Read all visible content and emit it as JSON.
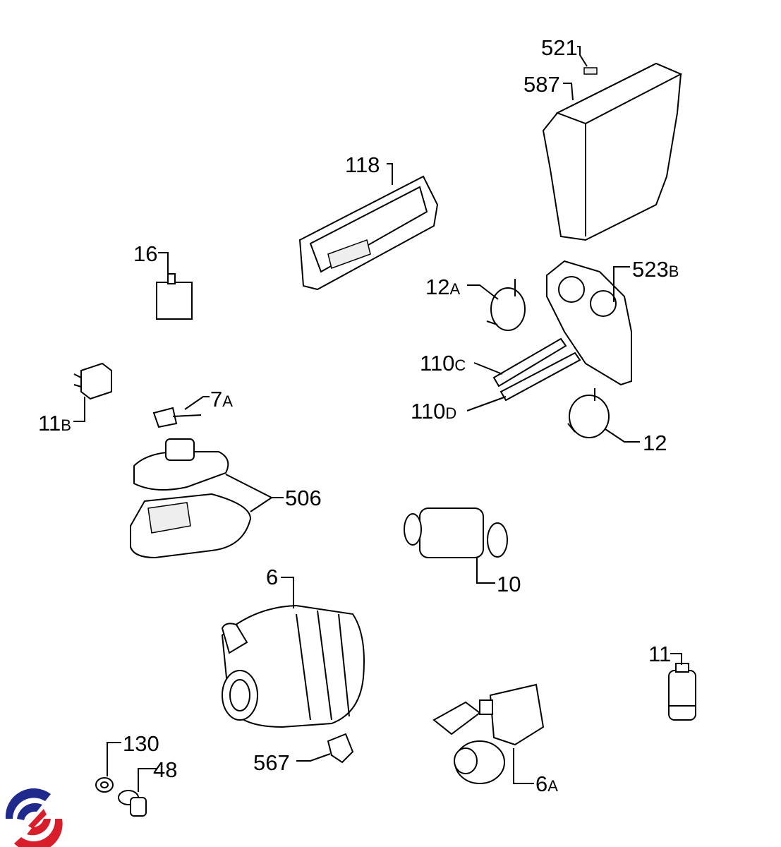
{
  "labels": {
    "p521": {
      "num": "521",
      "suffix": ""
    },
    "p587": {
      "num": "587",
      "suffix": ""
    },
    "p118": {
      "num": "118",
      "suffix": ""
    },
    "p16": {
      "num": "16",
      "suffix": ""
    },
    "p12A": {
      "num": "12",
      "suffix": "A"
    },
    "p523B": {
      "num": "523",
      "suffix": "B"
    },
    "p110C": {
      "num": "110",
      "suffix": "C"
    },
    "p110D": {
      "num": "110",
      "suffix": "D"
    },
    "p11B": {
      "num": "11",
      "suffix": "B"
    },
    "p7A": {
      "num": "7",
      "suffix": "A"
    },
    "p12": {
      "num": "12",
      "suffix": ""
    },
    "p506": {
      "num": "506",
      "suffix": ""
    },
    "p6": {
      "num": "6",
      "suffix": ""
    },
    "p10": {
      "num": "10",
      "suffix": ""
    },
    "p11": {
      "num": "11",
      "suffix": ""
    },
    "p130": {
      "num": "130",
      "suffix": ""
    },
    "p48": {
      "num": "48",
      "suffix": ""
    },
    "p567": {
      "num": "567",
      "suffix": ""
    },
    "p6A": {
      "num": "6",
      "suffix": "A"
    }
  },
  "logo": {
    "colors": {
      "blue": "#1f2a8c",
      "red": "#d81e2a"
    }
  }
}
